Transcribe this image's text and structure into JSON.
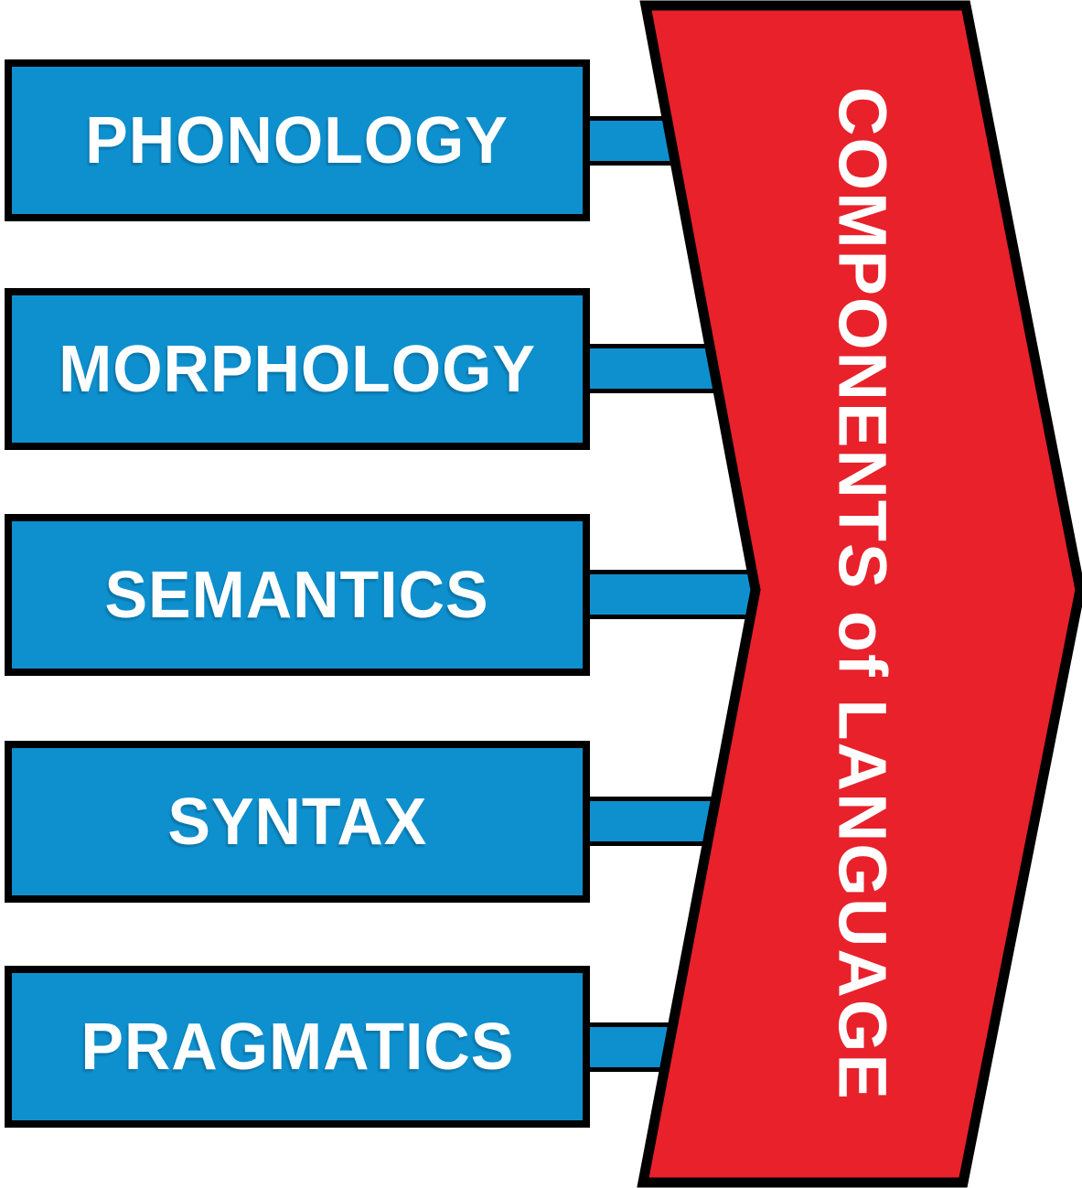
{
  "diagram": {
    "banner": {
      "label": "COMPONENTS of LANGUAGE"
    },
    "components": [
      {
        "label": "PHONOLOGY"
      },
      {
        "label": "MORPHOLOGY"
      },
      {
        "label": "SEMANTICS"
      },
      {
        "label": "SYNTAX"
      },
      {
        "label": "PRAGMATICS"
      }
    ],
    "colors": {
      "box_fill": "#0E90CF",
      "banner_fill": "#E8212B",
      "border": "#000000",
      "label_text": "#FFFFFF"
    }
  }
}
